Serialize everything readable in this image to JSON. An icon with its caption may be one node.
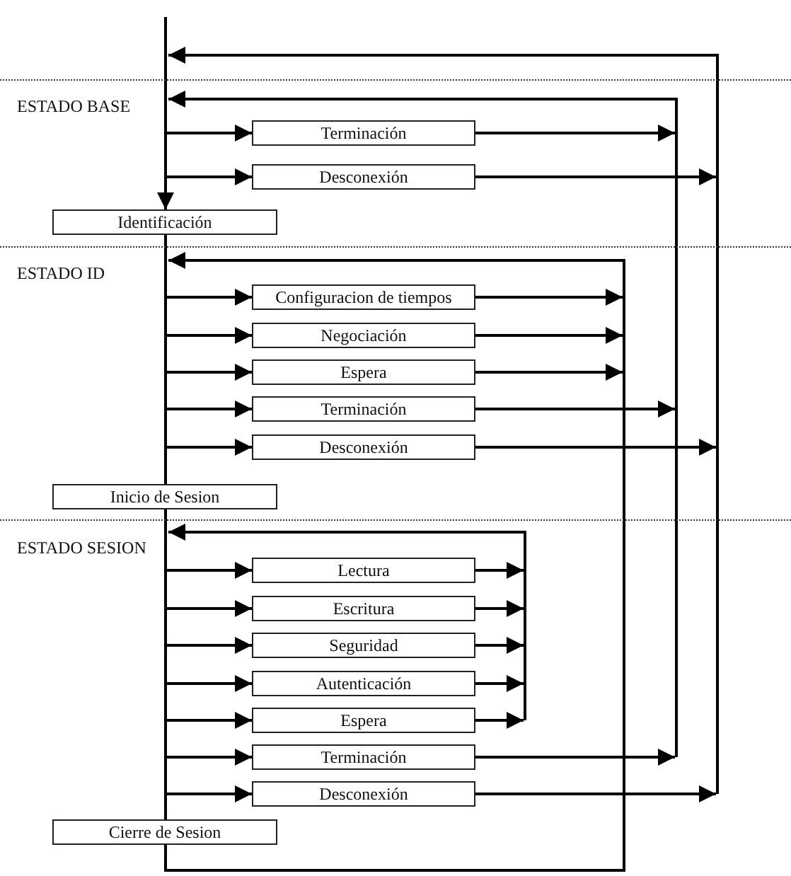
{
  "diagram": {
    "nodes": [
      {
        "text": [],
        "shape": "band"
      },
      {
        "text": [
          "ESTADO BASE"
        ]
      },
      {
        "text": [
          "Terminación"
        ],
        "in": 1
      },
      {
        "text": [
          "Desconexión"
        ],
        "in": 1
      },
      {
        "text": [
          "Identificación"
        ],
        "in": 1
      },
      {
        "text": [
          "ESTADO ID"
        ]
      },
      {
        "text": [
          "Configuracion de tiempos"
        ],
        "in": 5
      },
      {
        "text": [
          "Negociación"
        ],
        "in": 5
      },
      {
        "text": [
          "Espera"
        ],
        "in": 5
      },
      {
        "text": [
          "Terminación"
        ],
        "in": 5
      },
      {
        "text": [
          "Desconexión"
        ],
        "in": 5
      },
      {
        "text": [
          "Inicio de Sesion"
        ],
        "in": 5
      },
      {
        "text": [
          "ESTADO SESION"
        ]
      },
      {
        "text": [
          "Lectura"
        ],
        "in": 12
      },
      {
        "text": [
          "Escritura"
        ],
        "in": 12
      },
      {
        "text": [
          "Seguridad"
        ],
        "in": 12
      },
      {
        "text": [
          "Autenticación"
        ],
        "in": 12
      },
      {
        "text": [
          "Espera"
        ],
        "in": 12
      },
      {
        "text": [
          "Terminación"
        ],
        "in": 12
      },
      {
        "text": [
          "Desconexión"
        ],
        "in": 12
      },
      {
        "text": [
          "Cierre de Sesion"
        ],
        "in": 12
      }
    ],
    "edges": [
      {
        "from": 0,
        "to": 1,
        "arrow": "none"
      },
      {
        "from": 1,
        "to": 2,
        "arrow": "to"
      },
      {
        "from": 1,
        "to": 3,
        "arrow": "to"
      },
      {
        "from": 1,
        "to": 4,
        "arrow": "to"
      },
      {
        "from": 2,
        "to": 1,
        "arrow": "to"
      },
      {
        "from": 3,
        "to": 0,
        "arrow": "to"
      },
      {
        "from": 4,
        "to": 5,
        "arrow": "none"
      },
      {
        "from": 5,
        "to": 6,
        "arrow": "to"
      },
      {
        "from": 5,
        "to": 7,
        "arrow": "to"
      },
      {
        "from": 5,
        "to": 8,
        "arrow": "to"
      },
      {
        "from": 5,
        "to": 9,
        "arrow": "to"
      },
      {
        "from": 5,
        "to": 10,
        "arrow": "to"
      },
      {
        "from": 5,
        "to": 11,
        "arrow": "none"
      },
      {
        "from": 6,
        "to": 5,
        "arrow": "to"
      },
      {
        "from": 7,
        "to": 5,
        "arrow": "to"
      },
      {
        "from": 8,
        "to": 5,
        "arrow": "to"
      },
      {
        "from": 9,
        "to": 1,
        "arrow": "to"
      },
      {
        "from": 10,
        "to": 0,
        "arrow": "to"
      },
      {
        "from": 11,
        "to": 12,
        "arrow": "none"
      },
      {
        "from": 12,
        "to": 13,
        "arrow": "to"
      },
      {
        "from": 12,
        "to": 14,
        "arrow": "to"
      },
      {
        "from": 12,
        "to": 15,
        "arrow": "to"
      },
      {
        "from": 12,
        "to": 16,
        "arrow": "to"
      },
      {
        "from": 12,
        "to": 17,
        "arrow": "to"
      },
      {
        "from": 12,
        "to": 18,
        "arrow": "to"
      },
      {
        "from": 12,
        "to": 19,
        "arrow": "to"
      },
      {
        "from": 12,
        "to": 20,
        "arrow": "none"
      },
      {
        "from": 13,
        "to": 12,
        "arrow": "to"
      },
      {
        "from": 14,
        "to": 12,
        "arrow": "to"
      },
      {
        "from": 15,
        "to": 12,
        "arrow": "to"
      },
      {
        "from": 16,
        "to": 12,
        "arrow": "to"
      },
      {
        "from": 17,
        "to": 12,
        "arrow": "to"
      },
      {
        "from": 18,
        "to": 1,
        "arrow": "to"
      },
      {
        "from": 19,
        "to": 0,
        "arrow": "to"
      },
      {
        "from": 20,
        "to": 5,
        "arrow": "to"
      }
    ]
  }
}
